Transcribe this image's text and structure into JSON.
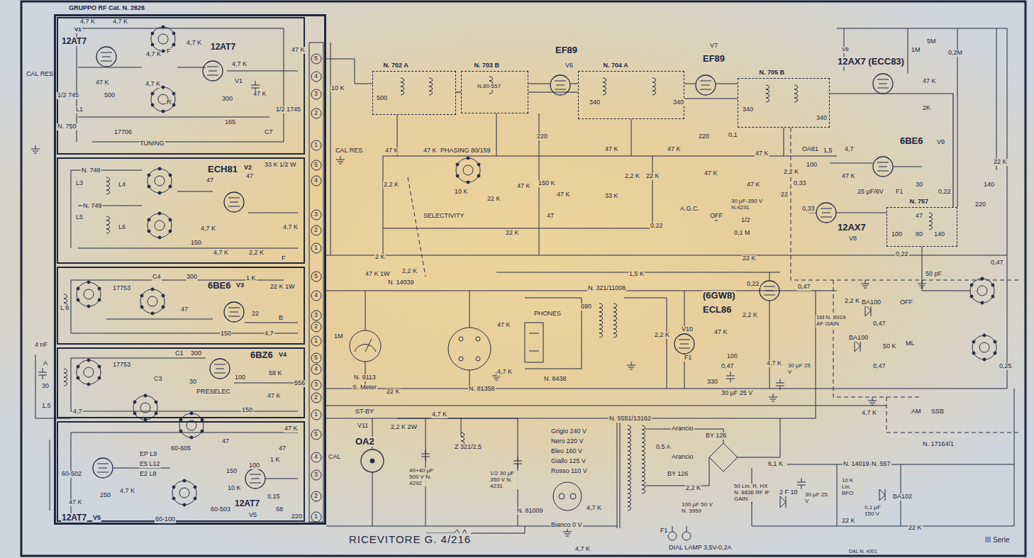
{
  "diagram": {
    "title": "RICEVITORE G. 4/216",
    "nodes": [
      {
        "text": [
          "GRUPPO RF Cat. N. 2626"
        ]
      },
      {
        "text": [
          "12AT7",
          "V1"
        ],
        "in": 0
      },
      {
        "text": [
          "ECH81",
          "V2"
        ],
        "in": 0
      },
      {
        "text": [
          "6BE6",
          "V3"
        ],
        "in": 0
      },
      {
        "text": [
          "6BZ6",
          "V4"
        ],
        "in": 0
      },
      {
        "text": [
          "12AT7",
          "V5"
        ],
        "in": 0
      },
      {
        "text": [
          "N. 702 A"
        ]
      },
      {
        "text": [
          "N. 703 B"
        ]
      },
      {
        "text": [
          "N. 704 A"
        ]
      },
      {
        "text": [
          "N. 705 B"
        ]
      },
      {
        "text": [
          "N. 757"
        ]
      }
    ],
    "edges": [
      {
        "from": 6,
        "to": 7,
        "arrow": "none"
      },
      {
        "from": 7,
        "to": 8,
        "arrow": "none"
      },
      {
        "from": 8,
        "to": 9,
        "arrow": "none"
      },
      {
        "from": 9,
        "to": 10,
        "arrow": "none"
      }
    ],
    "labels": [
      "4,7 K",
      "4,7 K",
      "4,7 K",
      "4,7 K",
      "4,7 K",
      "47 K",
      "12AT7",
      "V1",
      "1/2 745",
      "L1",
      "47 K",
      "500",
      "F",
      "R",
      "4,7 K",
      "300",
      "165",
      "47 K",
      "1/2 1745",
      "TUNING",
      "N. 750",
      "CAL RES",
      "17706",
      "C7",
      "N. 748",
      "L3",
      "L4",
      "N. 749",
      "L5",
      "L6",
      "47",
      "47",
      "33 K 1/2 W",
      "4,7 K",
      "150",
      "4,7 K",
      "2,2 K",
      "4,7 K",
      "1 K",
      "F",
      "C4",
      "300",
      "17753",
      "L 8",
      "47",
      "150",
      "22 K 1W",
      "22",
      "4,7",
      "B",
      "C1",
      "300",
      "17753",
      "C3",
      "30",
      "100",
      "PRESELEC",
      "58 K",
      "47 K",
      "150",
      "556",
      "4,7",
      "A",
      "4 nF",
      "30",
      "1,5",
      "EP L9",
      "E5 L12",
      "E2 L8",
      "60-605",
      "47",
      "150",
      "100",
      "47 K",
      "47",
      "1 K",
      "60-502",
      "47 K",
      "250",
      "4,7 K",
      "10 K",
      "60-100",
      "60-503",
      "0,15",
      "68",
      "220",
      "12AT7",
      "V5",
      "5",
      "4",
      "3",
      "2",
      "1",
      "5",
      "4",
      "3",
      "2",
      "1",
      "5",
      "4",
      "3",
      "2",
      "1",
      "5",
      "4",
      "3",
      "2",
      "1",
      "5",
      "4",
      "3",
      "2",
      "1",
      "10 K",
      "CAL RES",
      "500",
      "N.80-557",
      "47 K",
      "47 K",
      "PHASING 80/159",
      "2,2 K",
      "SELECTIVITY",
      "10 K",
      "22 K",
      "47 K",
      "150 K",
      "47 K",
      "47",
      "22 K",
      "220",
      "47 K",
      "33 K",
      "2,2 K",
      "22 K",
      "47 K",
      "0,1",
      "220",
      "47 K",
      "47 K",
      "47 K",
      "2,2 K",
      "340",
      "340",
      "340",
      "340",
      "OA81",
      "1,5",
      "100",
      "0,33",
      "0,33",
      "22",
      "A.G.C.",
      "OFF",
      "0,22",
      "30 µF-350 V N.4231",
      "1/2",
      "0,1 M",
      "22 K",
      "0,22",
      "1,5 K",
      "2 K",
      "2,2 K",
      "47 K 1W",
      "N. 14039",
      "1M",
      "N. 9113",
      "S. Meter",
      "22 K",
      "ST-BY",
      "N. 81358",
      "47 K",
      "4,7 K",
      "N. 321/11008",
      "690",
      "PHONES",
      "N. 8438",
      "2,2 K",
      "(6GW8)",
      "ECL86",
      "V10",
      "47 K",
      "100",
      "F1",
      "330",
      "30 µF 25 V",
      "0,47",
      "2,2 K",
      "4,7 K",
      "30 µF 25 V",
      "0,47",
      "1M N. 8919 AF GAIN",
      "2,2 K",
      "V8",
      "12AX7 (ECC83)",
      "5M",
      "1M",
      "0,2M",
      "47 K",
      "2K",
      "6BE6",
      "V9",
      "4,7",
      "22 K",
      "47 K",
      "25 µF/6V",
      "F1",
      "30",
      "0,22",
      "140",
      "220",
      "12AX7",
      "V8",
      "47",
      "0,22",
      "100",
      "80",
      "140",
      "50 pF",
      "0,47",
      "BA100",
      "BA100",
      "OFF",
      "0,47",
      "0,47",
      "50 K",
      "ML",
      "0,25",
      "4,7 K",
      "AM",
      "SSB",
      "N. 17164/1",
      "V11",
      "OA2",
      "4,7 K",
      "2,2 K 2W",
      "Z 321/2,5",
      "40+40 µF 500 V N. 4292",
      "1/2 30 µF 350 V N. 4231",
      "CAL",
      "N. 5551/13162",
      "Grigio 240 V",
      "Nero 220 V",
      "Bleu 160 V",
      "Giallo 125 V",
      "Rosso 110 V",
      "Bianco 0 V",
      "Arancio",
      "Arancio",
      "BY 126",
      "0,5 A",
      "BY 126",
      "2,2 K",
      "100 µF 50 V N. 3959",
      "F1",
      "DIAL LAMP 3,5V-0,2A",
      "N. 81009",
      "4,7 K",
      "4,7 K",
      "50 Lin. R. HX N. 8836 RF IF GAIN",
      "6,1 K",
      "2 F 10",
      "30 µF 25 V",
      "N. 14019",
      "10 K Lin. BFO",
      "N. 557",
      "0,1 µF 150 V",
      "BA102",
      "22 K",
      "22 K",
      "III Serie",
      "DAL N. 4001",
      "EF89",
      "V6",
      "V7",
      "EF89"
    ]
  }
}
